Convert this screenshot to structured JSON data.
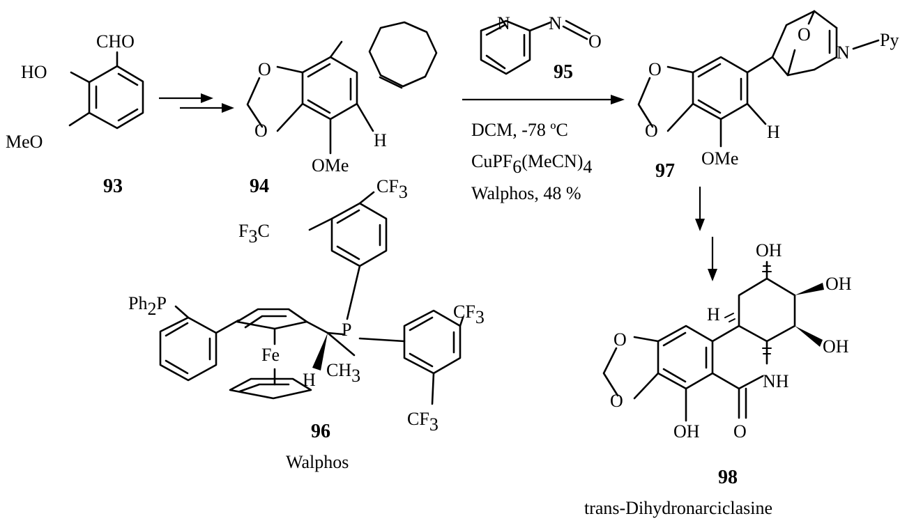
{
  "compounds": {
    "c93": {
      "number": "93",
      "cho": "CHO",
      "ho": "HO",
      "meo": "MeO"
    },
    "c94": {
      "number": "94",
      "o1": "O",
      "o2": "O",
      "h": "H",
      "ome": "OMe"
    },
    "c95": {
      "number": "95",
      "n_ring": "N",
      "n_nitroso": "N",
      "o_nitroso": "O"
    },
    "c96": {
      "number": "96",
      "name": "Walphos",
      "ph2p": "Ph",
      "ph2p_sub": "2",
      "ph2p_p": "P",
      "fe": "Fe",
      "p": "P",
      "h": "H",
      "ch3": "CH",
      "ch3_sub": "3",
      "f3c_f": "F",
      "f3c_sub": "3",
      "f3c_c": "C",
      "cf3": "CF",
      "cf3_sub": "3"
    },
    "c97": {
      "number": "97",
      "o1": "O",
      "o2": "O",
      "o_bridge": "O",
      "n_bridge": "N",
      "py": "Py",
      "h": "H",
      "ome": "OMe"
    },
    "c98": {
      "number": "98",
      "name_italic": "trans",
      "name_rest": "-Dihydronarciclasine",
      "o1": "O",
      "o2": "O",
      "oh": "OH",
      "h": "H",
      "nh": "NH",
      "o": "O"
    }
  },
  "conditions": {
    "line1": "DCM, -78 ºC",
    "line2_a": "CuPF",
    "line2_sub1": "6",
    "line2_b": "(MeCN)",
    "line2_sub2": "4",
    "line3": "Walphos, 48 %"
  }
}
